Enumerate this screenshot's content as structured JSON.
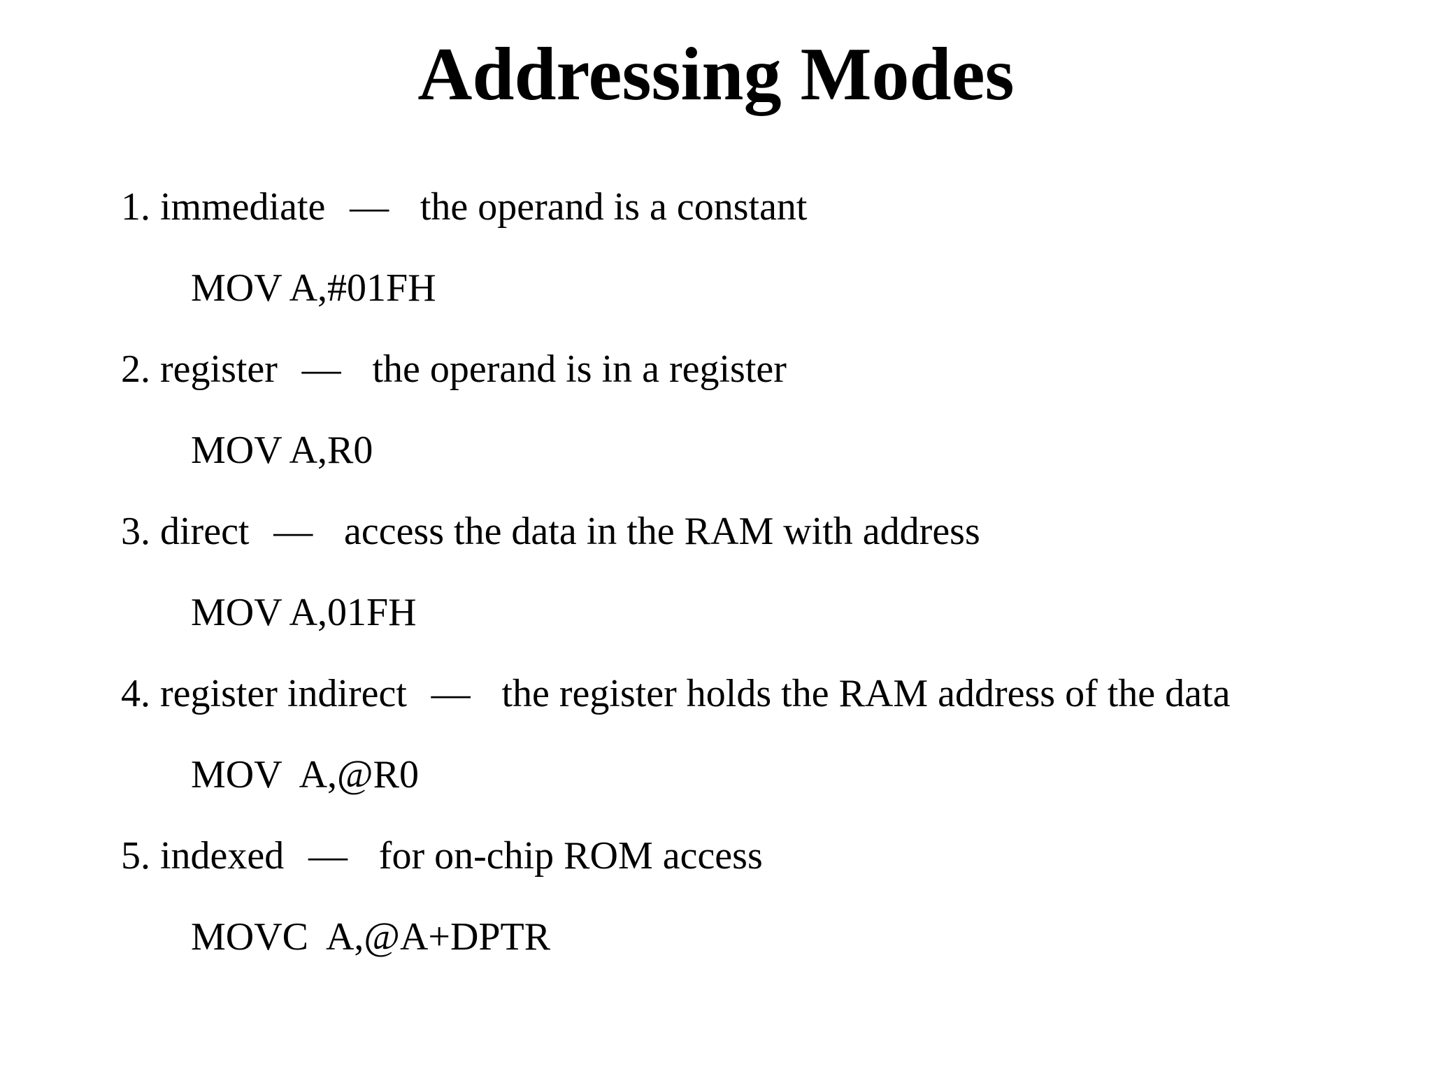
{
  "slide": {
    "title": "Addressing Modes",
    "separator": "—",
    "items": [
      {
        "label": "1. immediate",
        "description": "the operand is a constant",
        "example": "MOV A,#01FH"
      },
      {
        "label": "2. register",
        "description": "the operand is in a register",
        "example": "MOV A,R0"
      },
      {
        "label": "3. direct",
        "description": "access the data in the RAM with address",
        "example": "MOV A,01FH"
      },
      {
        "label": "4. register indirect",
        "description": "the register holds the RAM address of the data",
        "example": "MOV  A,@R0"
      },
      {
        "label": "5. indexed",
        "description": "for on-chip ROM access",
        "example": "MOVC  A,@A+DPTR"
      }
    ]
  }
}
